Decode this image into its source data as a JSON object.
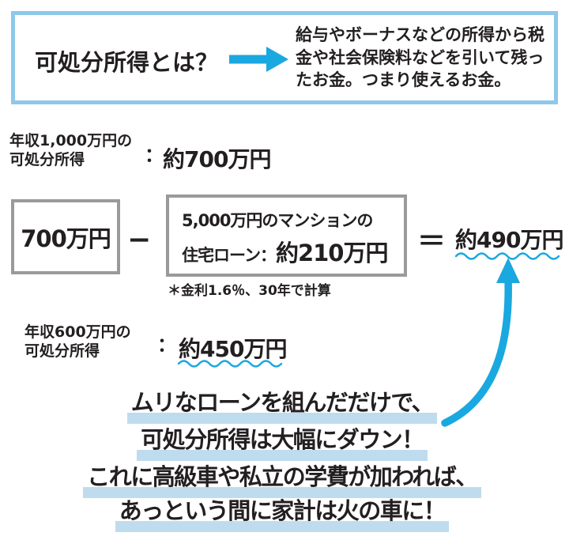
{
  "definition": {
    "term": "可処分所得とは？",
    "description": "給与やボーナスなどの所得から税金や社会保険料などを引いて残ったお金。つまり使えるお金。"
  },
  "income_1000": {
    "label_line1": "年収1,000万円の",
    "label_line2": "可処分所得",
    "colon": "：",
    "value": "約700万円"
  },
  "formula": {
    "operand1": "700万円",
    "minus_sign": "−",
    "loan_box_line1": "5,000万円のマンションの",
    "loan_box_label": "住宅ローン：",
    "loan_box_value": "約210万円",
    "equals_sign": "＝",
    "result": "約490万円",
    "note": "＊金利1.6％、30年で計算"
  },
  "income_600": {
    "label_line1": "年収600万円の",
    "label_line2": "可処分所得",
    "colon": "：",
    "value": "約450万円"
  },
  "conclusion": {
    "lines": [
      "ムリなローンを組んだだけで、",
      "可処分所得は大幅にダウン！",
      "これに高級車や私立の学費が加われば、",
      "あっという間に家計は火の車に！"
    ]
  },
  "colors": {
    "accent_blue": "#1AA8E0",
    "definition_border_blue": "#8EC8EA",
    "highlight_blue": "#BFDCEF",
    "box_border_gray": "#9A9A9A",
    "text_dark": "#231F20"
  }
}
